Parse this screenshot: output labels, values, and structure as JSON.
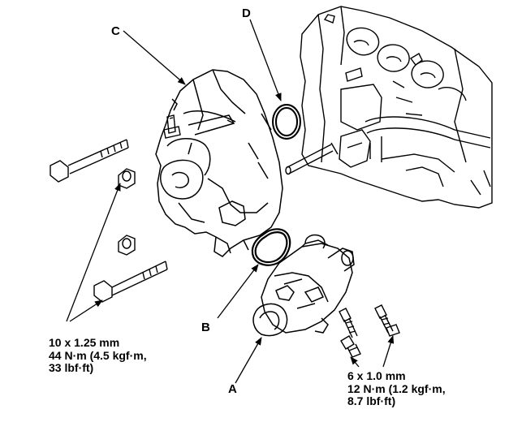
{
  "callouts": {
    "a": "A",
    "b": "B",
    "c": "C",
    "d": "D"
  },
  "spec_left": {
    "line1": "10 x 1.25 mm",
    "line2": "44 N·m (4.5 kgf·m,",
    "line3": "33 lbf·ft)"
  },
  "spec_right": {
    "line1": "6 x 1.0 mm",
    "line2": "12 N·m (1.2 kgf·m,",
    "line3": "8.7 lbf·ft)"
  }
}
